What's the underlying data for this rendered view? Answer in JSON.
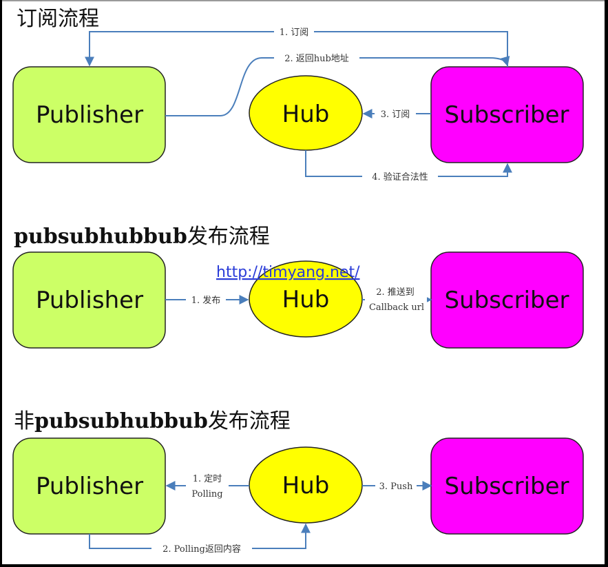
{
  "sections": [
    {
      "title_cjk": "订阅流程",
      "title_latin": ""
    },
    {
      "title_prefix": "",
      "title_latin": "pubsubhubbub",
      "title_cjk": "发布流程"
    },
    {
      "title_prefix": "非",
      "title_latin": "pubsubhubbub",
      "title_cjk": "发布流程"
    }
  ],
  "nodes": {
    "publisher": "Publisher",
    "hub": "Hub",
    "subscriber": "Subscriber"
  },
  "edges": {
    "s1": [
      "1. 订阅",
      "2. 返回hub地址",
      "3. 订阅",
      "4. 验证合法性"
    ],
    "s2": [
      "1. 发布",
      "2. 推送到",
      "Callback url"
    ],
    "s3": [
      "1. 定时",
      "Polling",
      "2. Polling返回内容",
      "3. Push"
    ]
  },
  "watermark": "http://timyang.net/",
  "colors": {
    "publisher_fill": "#ccff66",
    "hub_fill": "#ffff00",
    "subscriber_fill": "#ff00ff",
    "arrow": "#4a7ebb"
  }
}
